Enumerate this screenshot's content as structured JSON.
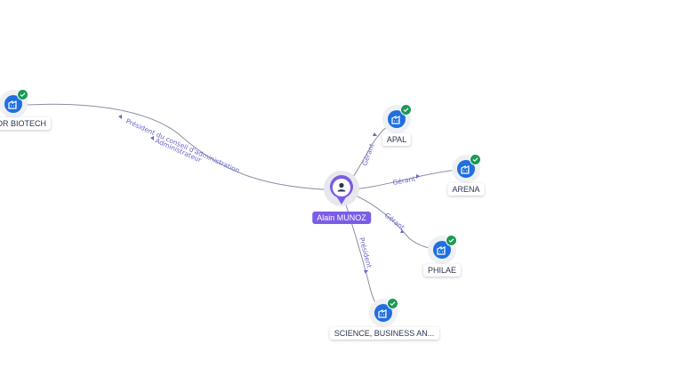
{
  "colors": {
    "accent": "#7b5ce6",
    "company": "#1f6fe0",
    "verified": "#1a9a56",
    "edge": "#8a8fa6",
    "edge_label": "#6a67c9"
  },
  "person": {
    "name": "Alain MUNOZ",
    "icon": "person-icon"
  },
  "companies": [
    {
      "id": "biotech",
      "label": "OR BIOTECH",
      "icon": "building-icon",
      "verified": true
    },
    {
      "id": "apal",
      "label": "APAL",
      "icon": "building-icon",
      "verified": true
    },
    {
      "id": "arena",
      "label": "ARENA",
      "icon": "building-icon",
      "verified": true
    },
    {
      "id": "philae",
      "label": "PHILAE",
      "icon": "building-icon",
      "verified": true
    },
    {
      "id": "science",
      "label": "SCIENCE, BUSINESS AN...",
      "icon": "building-icon",
      "verified": true
    }
  ],
  "edges": [
    {
      "target": "biotech",
      "labels": [
        "Président du conseil d'administration",
        "Administrateur"
      ]
    },
    {
      "target": "apal",
      "labels": [
        "Gérant"
      ]
    },
    {
      "target": "arena",
      "labels": [
        "Gérant"
      ]
    },
    {
      "target": "philae",
      "labels": [
        "Gérant"
      ]
    },
    {
      "target": "science",
      "labels": [
        "Président"
      ]
    }
  ]
}
